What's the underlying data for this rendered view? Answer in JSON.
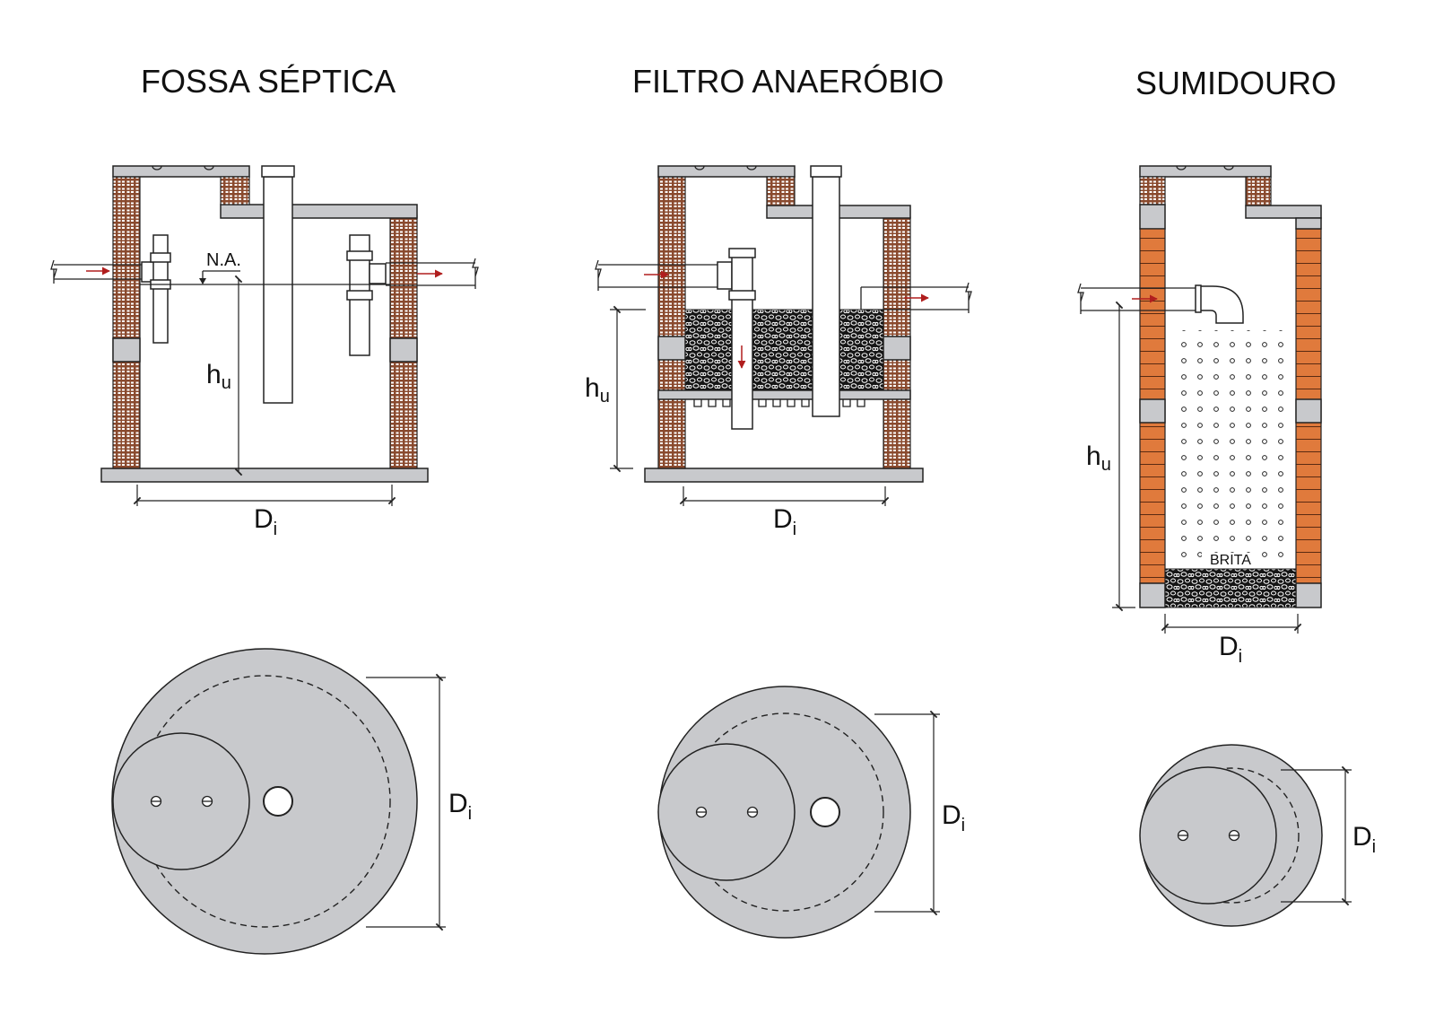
{
  "titles": {
    "fossa": "FOSSA SÉPTICA",
    "filtro": "FILTRO ANAERÓBIO",
    "sumidouro": "SUMIDOURO"
  },
  "labels": {
    "na": "N.A.",
    "h_main": "h",
    "h_sub": "u",
    "d_main": "D",
    "d_sub": "i",
    "brita": "BRITA"
  },
  "colors": {
    "concrete": "#c8c9cc",
    "brick_dark": "#8a4a2e",
    "brick_orange": "#e07a3c",
    "flow_arrow": "#b01e1e",
    "line": "#222222"
  }
}
